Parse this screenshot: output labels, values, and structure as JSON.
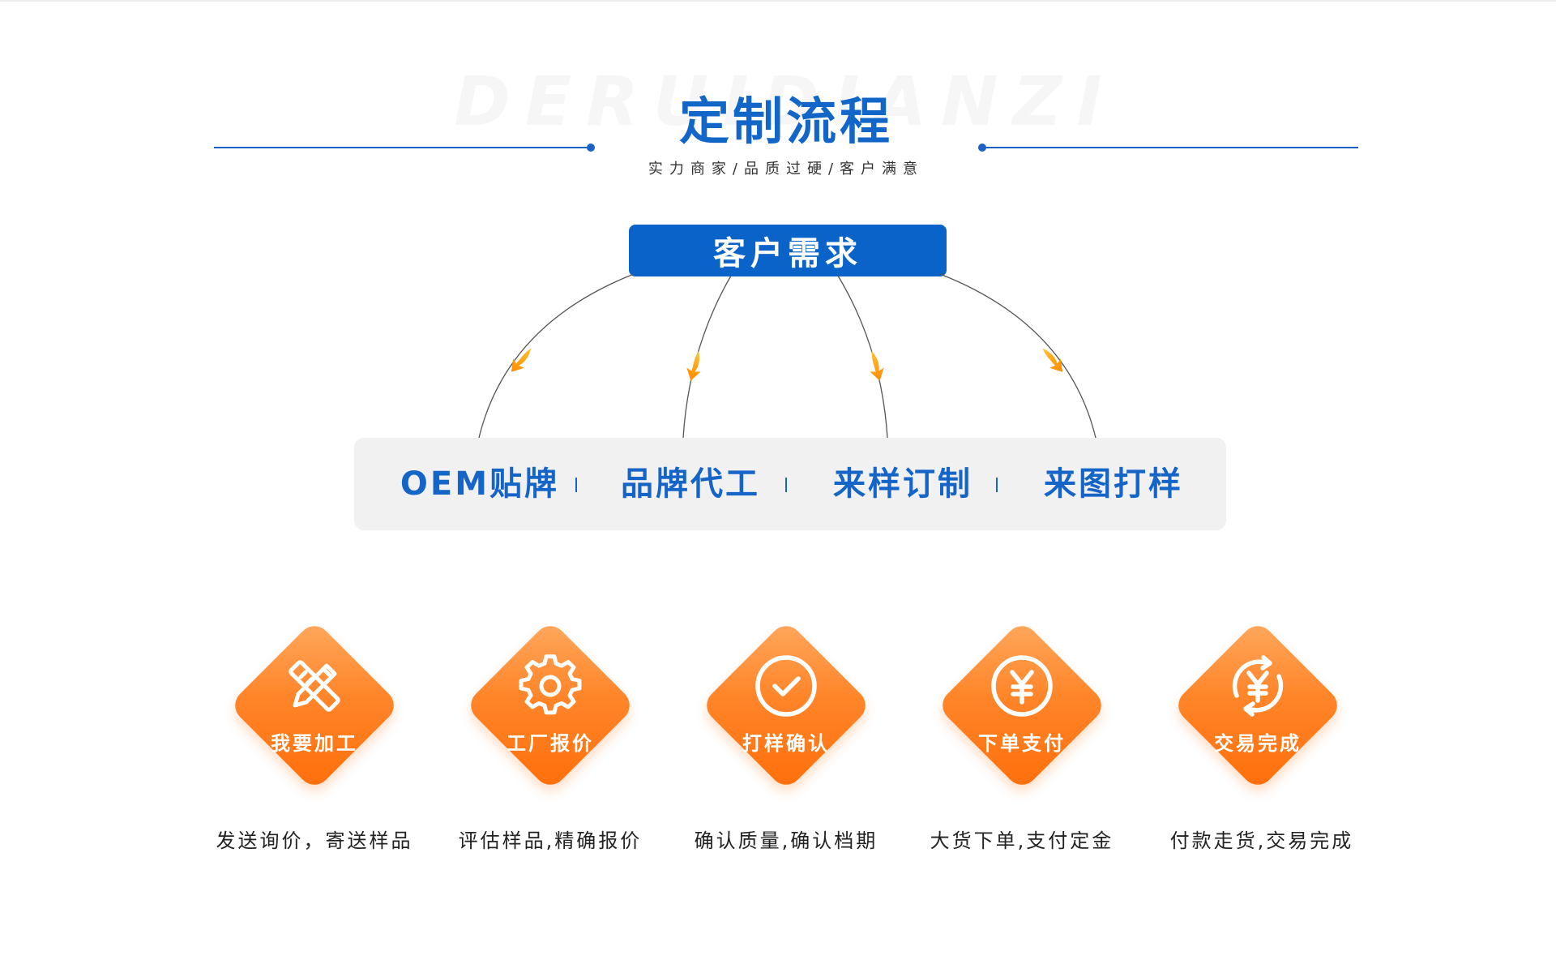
{
  "watermark": "DERUIDIANZI",
  "header": {
    "title": "定制流程",
    "subtitle": "实力商家/品质过硬/客户满意"
  },
  "demand": {
    "label": "客户需求"
  },
  "types": [
    {
      "label": "OEM贴牌"
    },
    {
      "label": "品牌代工"
    },
    {
      "label": "来样订制"
    },
    {
      "label": "来图打样"
    }
  ],
  "steps": [
    {
      "label": "我要加工",
      "description": "发送询价，寄送样品",
      "icon": "pencil-ruler-icon"
    },
    {
      "label": "工厂报价",
      "description": "评估样品,精确报价",
      "icon": "gear-icon"
    },
    {
      "label": "打样确认",
      "description": "确认质量,确认档期",
      "icon": "check-circle-icon"
    },
    {
      "label": "下单支付",
      "description": "大货下单,支付定金",
      "icon": "yen-circle-icon"
    },
    {
      "label": "交易完成",
      "description": "付款走货,交易完成",
      "icon": "yen-cycle-icon"
    }
  ],
  "colors": {
    "brand_blue": "#0a63c9",
    "accent_orange": "#ff8529",
    "type_bar_bg": "#f1f1f1"
  }
}
